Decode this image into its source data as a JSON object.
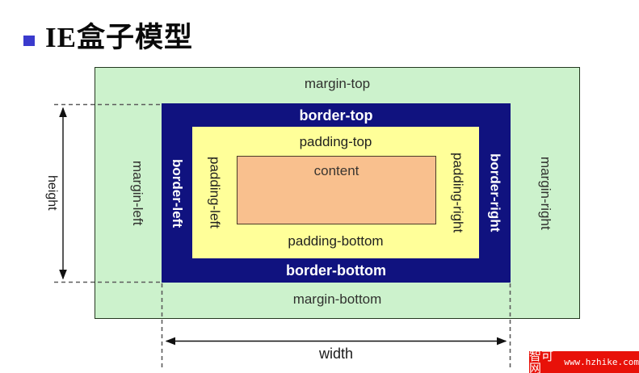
{
  "title": {
    "text": "IE盒子模型"
  },
  "box_model": {
    "margin": {
      "top": "margin-top",
      "bottom": "margin-bottom",
      "left": "margin-left",
      "right": "margin-right",
      "color": "#ccf2cc"
    },
    "border": {
      "top": "border-top",
      "bottom": "border-bottom",
      "left": "border-left",
      "right": "border-right",
      "color": "#10127f"
    },
    "padding": {
      "top": "padding-top",
      "bottom": "padding-bottom",
      "left": "padding-left",
      "right": "padding-right",
      "color": "#ffff99"
    },
    "content": {
      "label": "content",
      "color": "#f9c08e"
    }
  },
  "dimensions": {
    "height_label": "height",
    "width_label": "width"
  },
  "accent": {
    "bullet_color": "#3a3acd"
  },
  "watermark": {
    "site_name": "智可网",
    "site_url": "www.hzhike.com",
    "bg_color": "#e81109",
    "text_color": "#ffffff"
  }
}
